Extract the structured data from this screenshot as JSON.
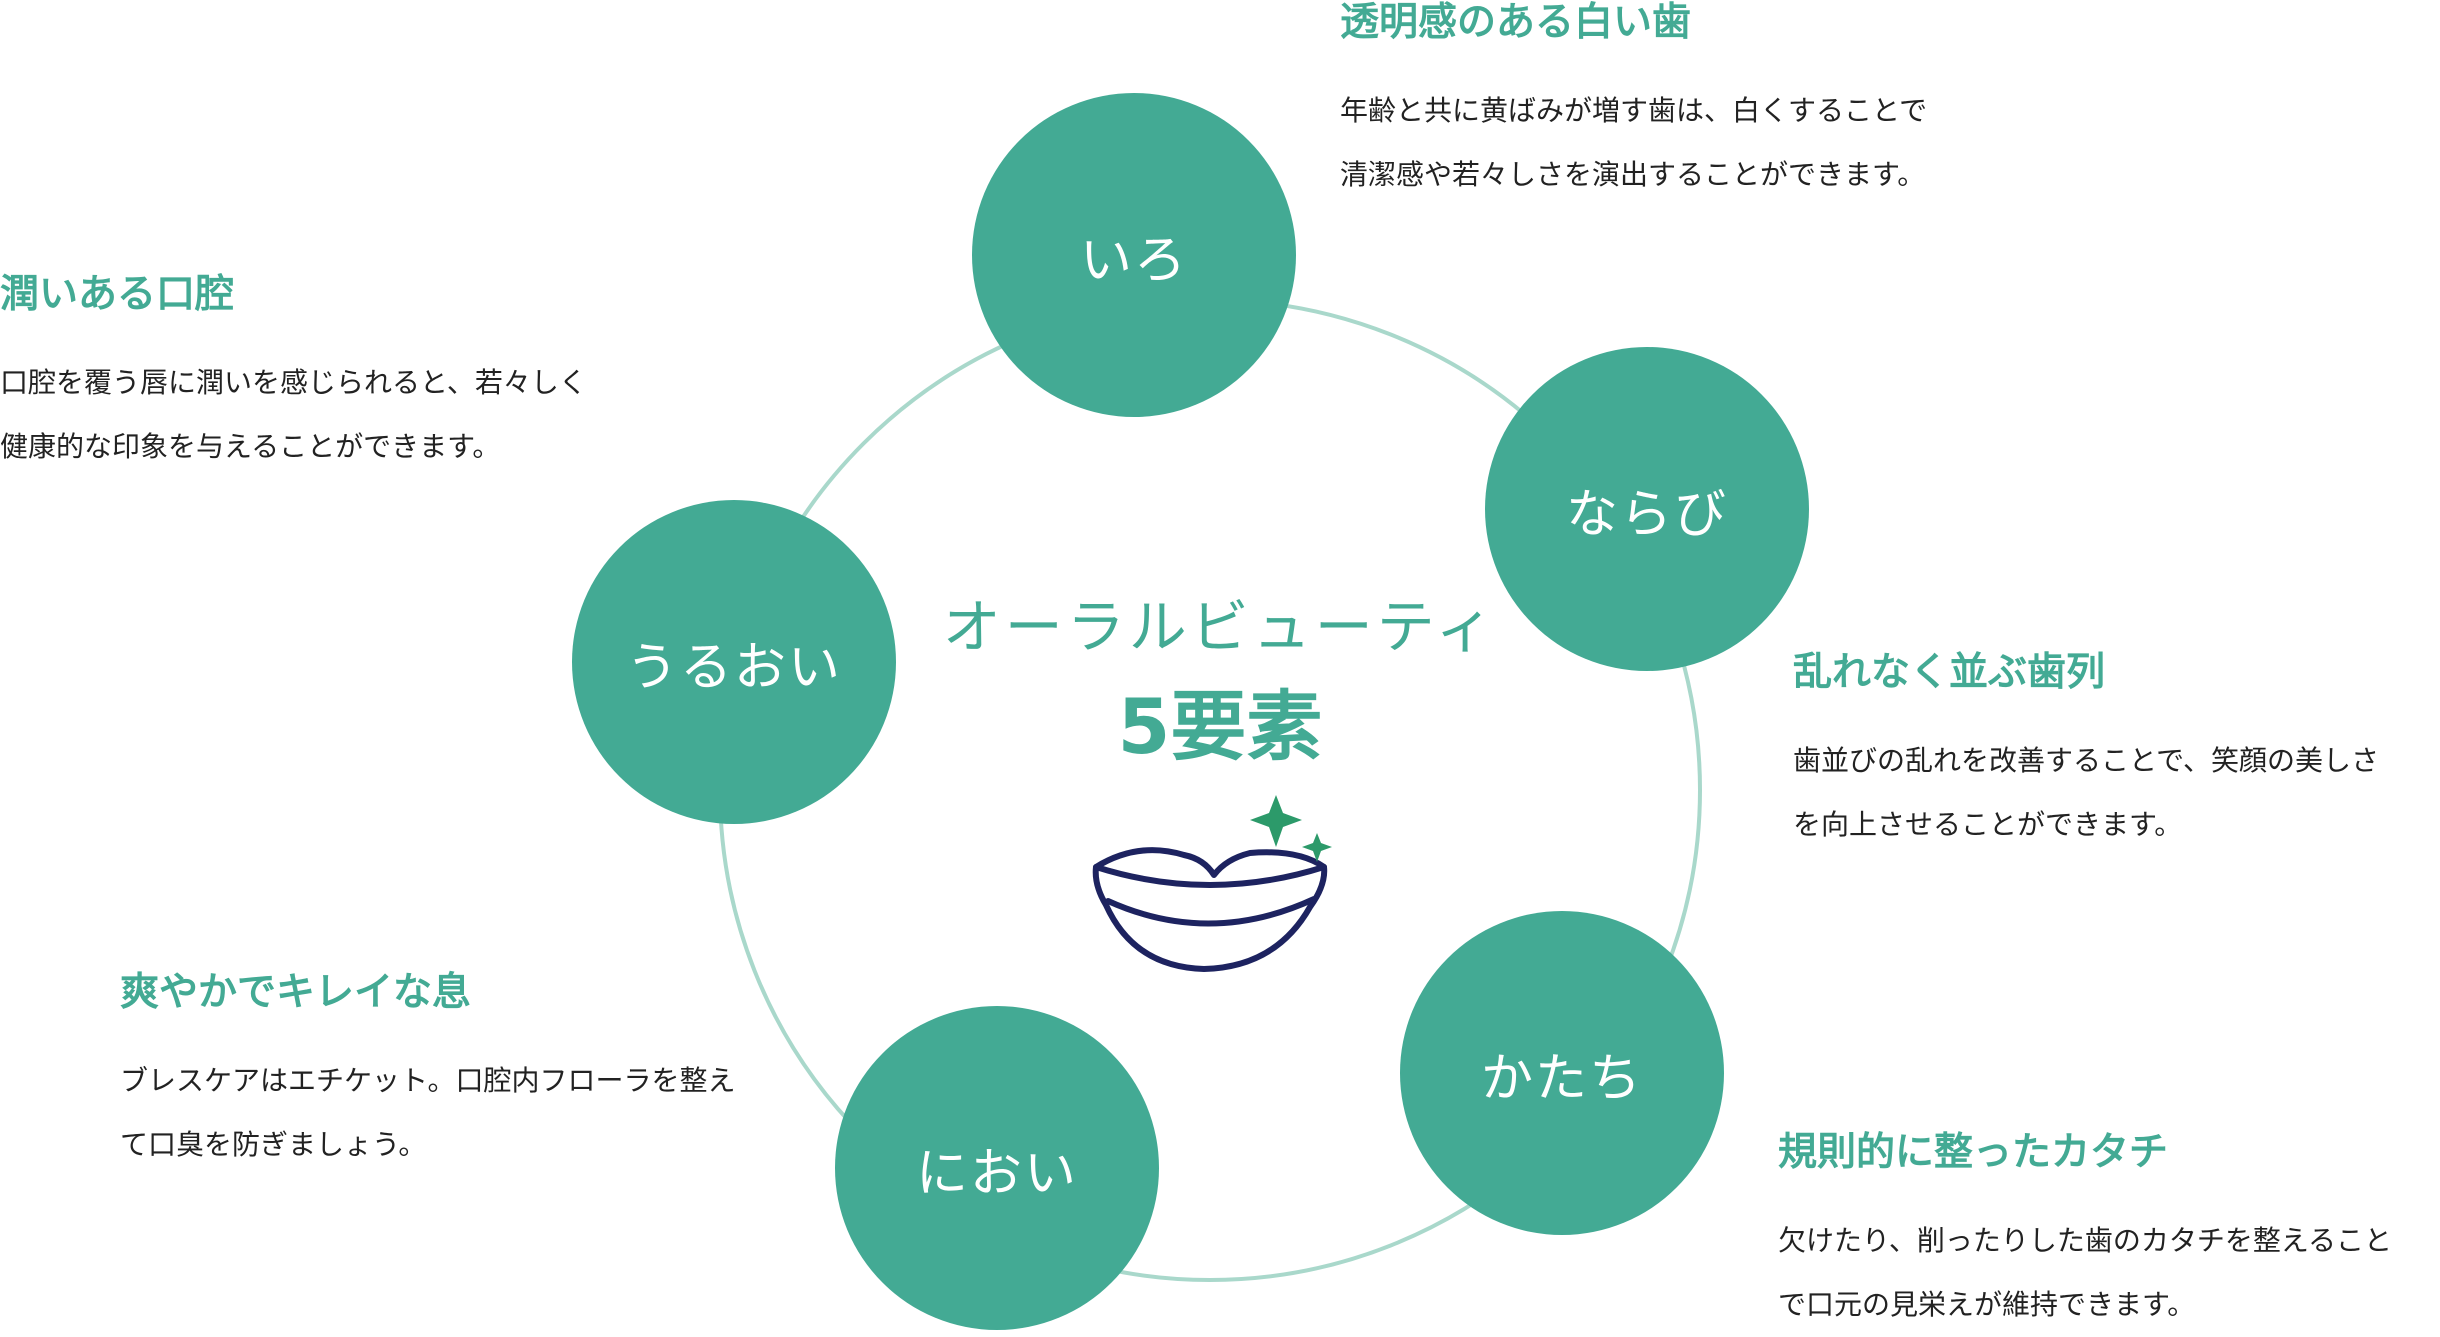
{
  "center": {
    "title": "オーラルビューティ",
    "subtitle": "5要素"
  },
  "elements": [
    {
      "key": "iro",
      "label": "いろ",
      "heading": "透明感のある白い歯",
      "lines": [
        "年齢と共に黄ばみが増す歯は、白くすることで",
        "清潔感や若々しさを演出することができます。"
      ]
    },
    {
      "key": "narabi",
      "label": "ならび",
      "heading": "乱れなく並ぶ歯列",
      "lines": [
        "歯並びの乱れを改善することで、笑顔の美しさ",
        "を向上させることができます。"
      ]
    },
    {
      "key": "katachi",
      "label": "かたち",
      "heading": "規則的に整ったカタチ",
      "lines": [
        "欠けたり、削ったりした歯のカタチを整えること",
        "で口元の見栄えが維持できます。"
      ]
    },
    {
      "key": "nioi",
      "label": "におい",
      "heading": "爽やかでキレイな息",
      "lines": [
        "ブレスケアはエチケット。口腔内フローラを整え",
        "て口臭を防ぎましょう。"
      ]
    },
    {
      "key": "uruoi",
      "label": "うるおい",
      "heading": "潤いある口腔",
      "lines": [
        "口腔を覆う唇に潤いを感じられると、若々しく",
        "健康的な印象を与えることができます。"
      ]
    }
  ],
  "colors": {
    "accent": "#43aa94",
    "ring": "#a9d8cb",
    "text": "#222222",
    "lips_outline": "#1d2360",
    "sparkle": "#2c9a6a"
  },
  "icons": {
    "center_graphic": "lips-sparkle-icon"
  }
}
